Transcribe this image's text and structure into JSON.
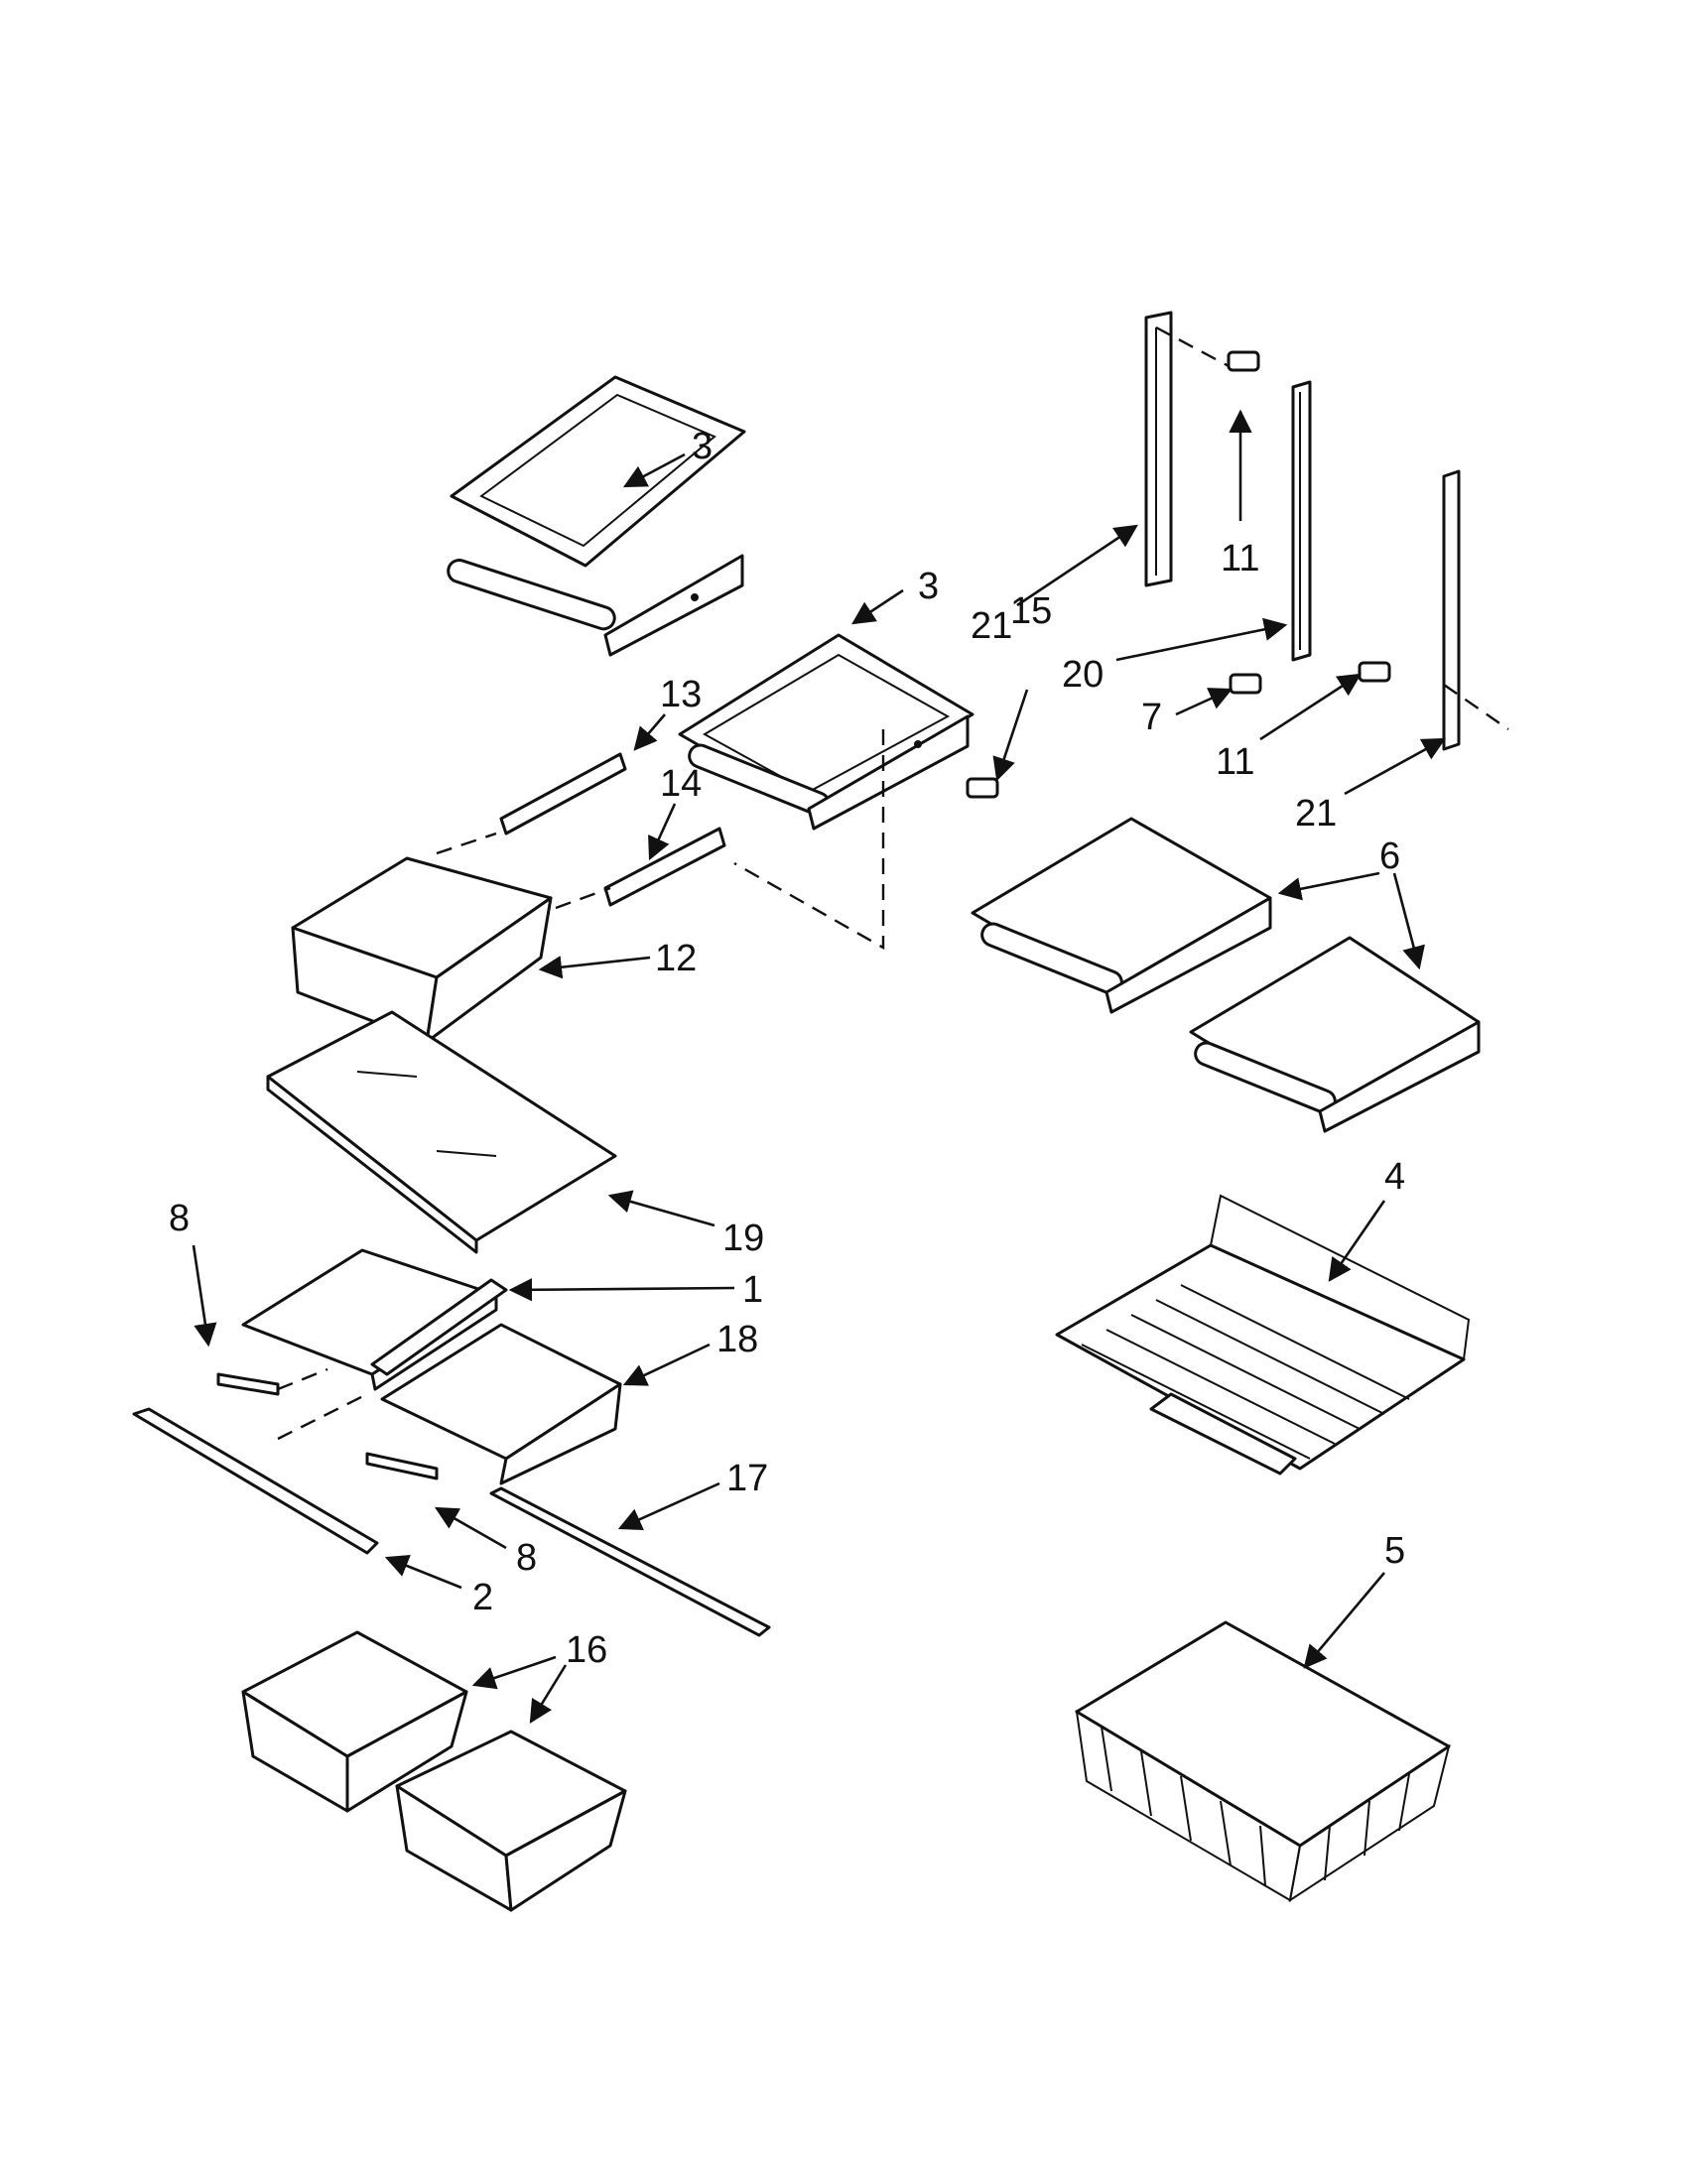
{
  "callouts": [
    {
      "id": "c3a",
      "text": "3"
    },
    {
      "id": "c3b",
      "text": "3"
    },
    {
      "id": "c21a",
      "text": "21"
    },
    {
      "id": "c15",
      "text": "15"
    },
    {
      "id": "c11a",
      "text": "11"
    },
    {
      "id": "c20",
      "text": "20"
    },
    {
      "id": "c7",
      "text": "7"
    },
    {
      "id": "c11b",
      "text": "11"
    },
    {
      "id": "c21b",
      "text": "21"
    },
    {
      "id": "c13",
      "text": "13"
    },
    {
      "id": "c14",
      "text": "14"
    },
    {
      "id": "c12",
      "text": "12"
    },
    {
      "id": "c6",
      "text": "6"
    },
    {
      "id": "c19",
      "text": "19"
    },
    {
      "id": "c8a",
      "text": "8"
    },
    {
      "id": "c1",
      "text": "1"
    },
    {
      "id": "c18",
      "text": "18"
    },
    {
      "id": "c17",
      "text": "17"
    },
    {
      "id": "c8b",
      "text": "8"
    },
    {
      "id": "c2",
      "text": "2"
    },
    {
      "id": "c16",
      "text": "16"
    },
    {
      "id": "c4",
      "text": "4"
    },
    {
      "id": "c5",
      "text": "5"
    }
  ]
}
